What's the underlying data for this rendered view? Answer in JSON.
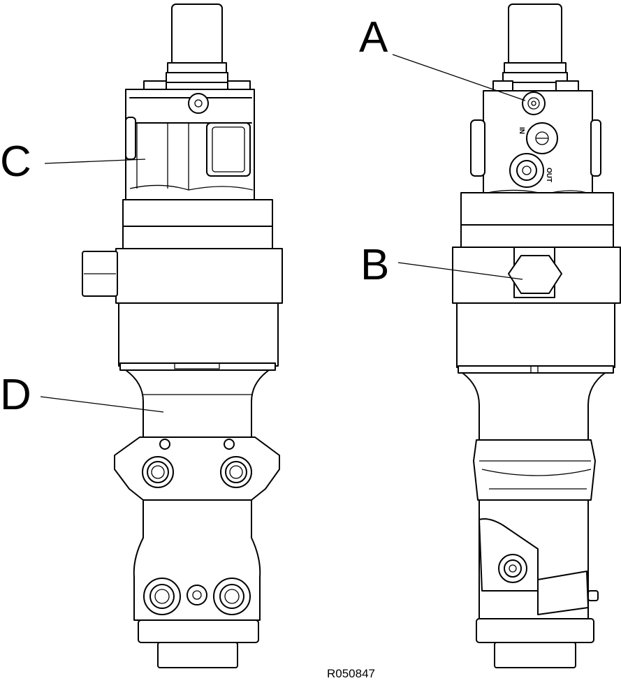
{
  "figure_id": "R050847",
  "callouts": {
    "a": "A",
    "b": "B",
    "c": "C",
    "d": "D"
  },
  "port_labels": {
    "in": "IN",
    "out": "OUT"
  }
}
